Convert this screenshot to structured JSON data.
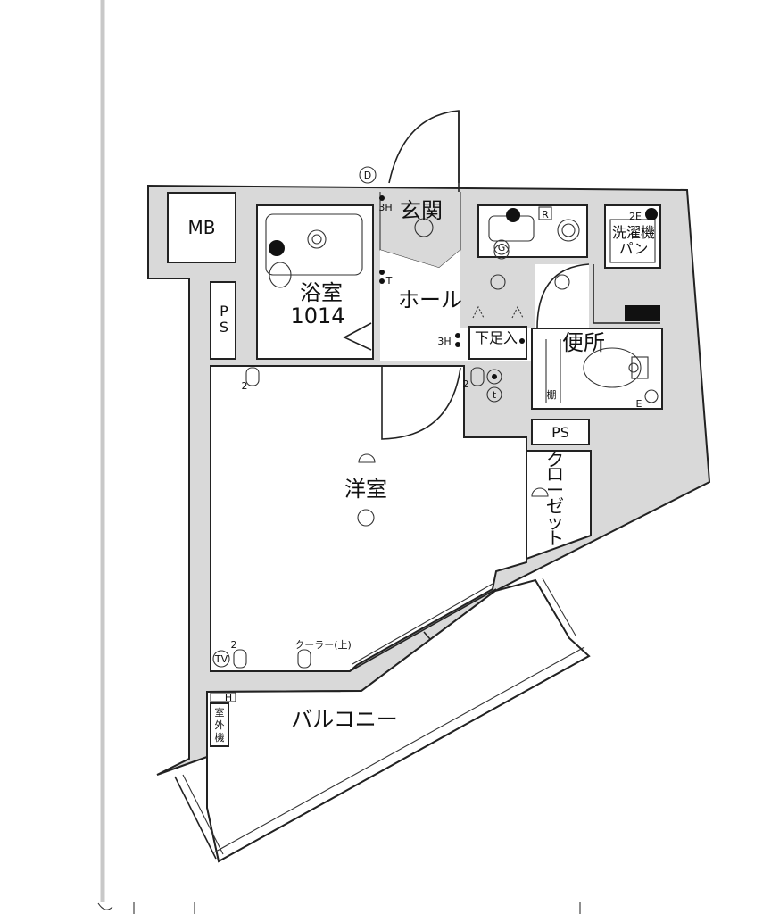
{
  "rooms": {
    "mb": "MB",
    "ps_left_1": "P",
    "ps_left_2": "S",
    "bath_1": "浴室",
    "bath_2": "1014",
    "genkan": "玄関",
    "hall": "ホール",
    "washer_1": "洗濯機",
    "washer_2": "パン",
    "shoe_box": "下足入",
    "toilet": "便所",
    "shelf": "棚",
    "ps_right": "PS",
    "closet": [
      "ク",
      "ロ",
      "ー",
      "ゼ",
      "ッ",
      "ト"
    ],
    "western_room": "洋室",
    "balcony": "バルコニー",
    "outdoor_unit": [
      "室",
      "外",
      "機"
    ]
  },
  "symbols": {
    "door_mark": "D",
    "fridge_mark": "R",
    "gas_mark": "G",
    "three_h_1": "3H",
    "three_h_2": "3H",
    "t_mark": "T",
    "two_e": "2E",
    "outlet_count_1": "2",
    "outlet_count_2": "2",
    "outlet_count_3": "2",
    "tel_mark": "t",
    "e_mark": "E",
    "tv_mark": "TV",
    "heater_mark": "H",
    "cooler": "クーラー(上)"
  }
}
